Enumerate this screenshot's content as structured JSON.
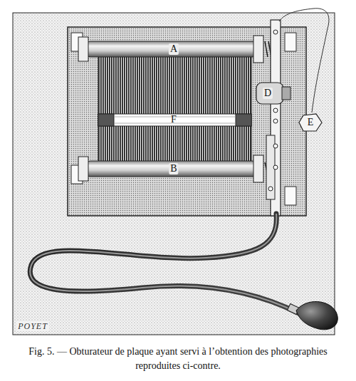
{
  "diagram": {
    "caption": "Fig. 5. — Obturateur de plaque ayant servi à l’obtention des photographies reproduites ci-contre.",
    "labels": [
      "A",
      "B",
      "D",
      "E",
      "F",
      "POYET"
    ]
  }
}
